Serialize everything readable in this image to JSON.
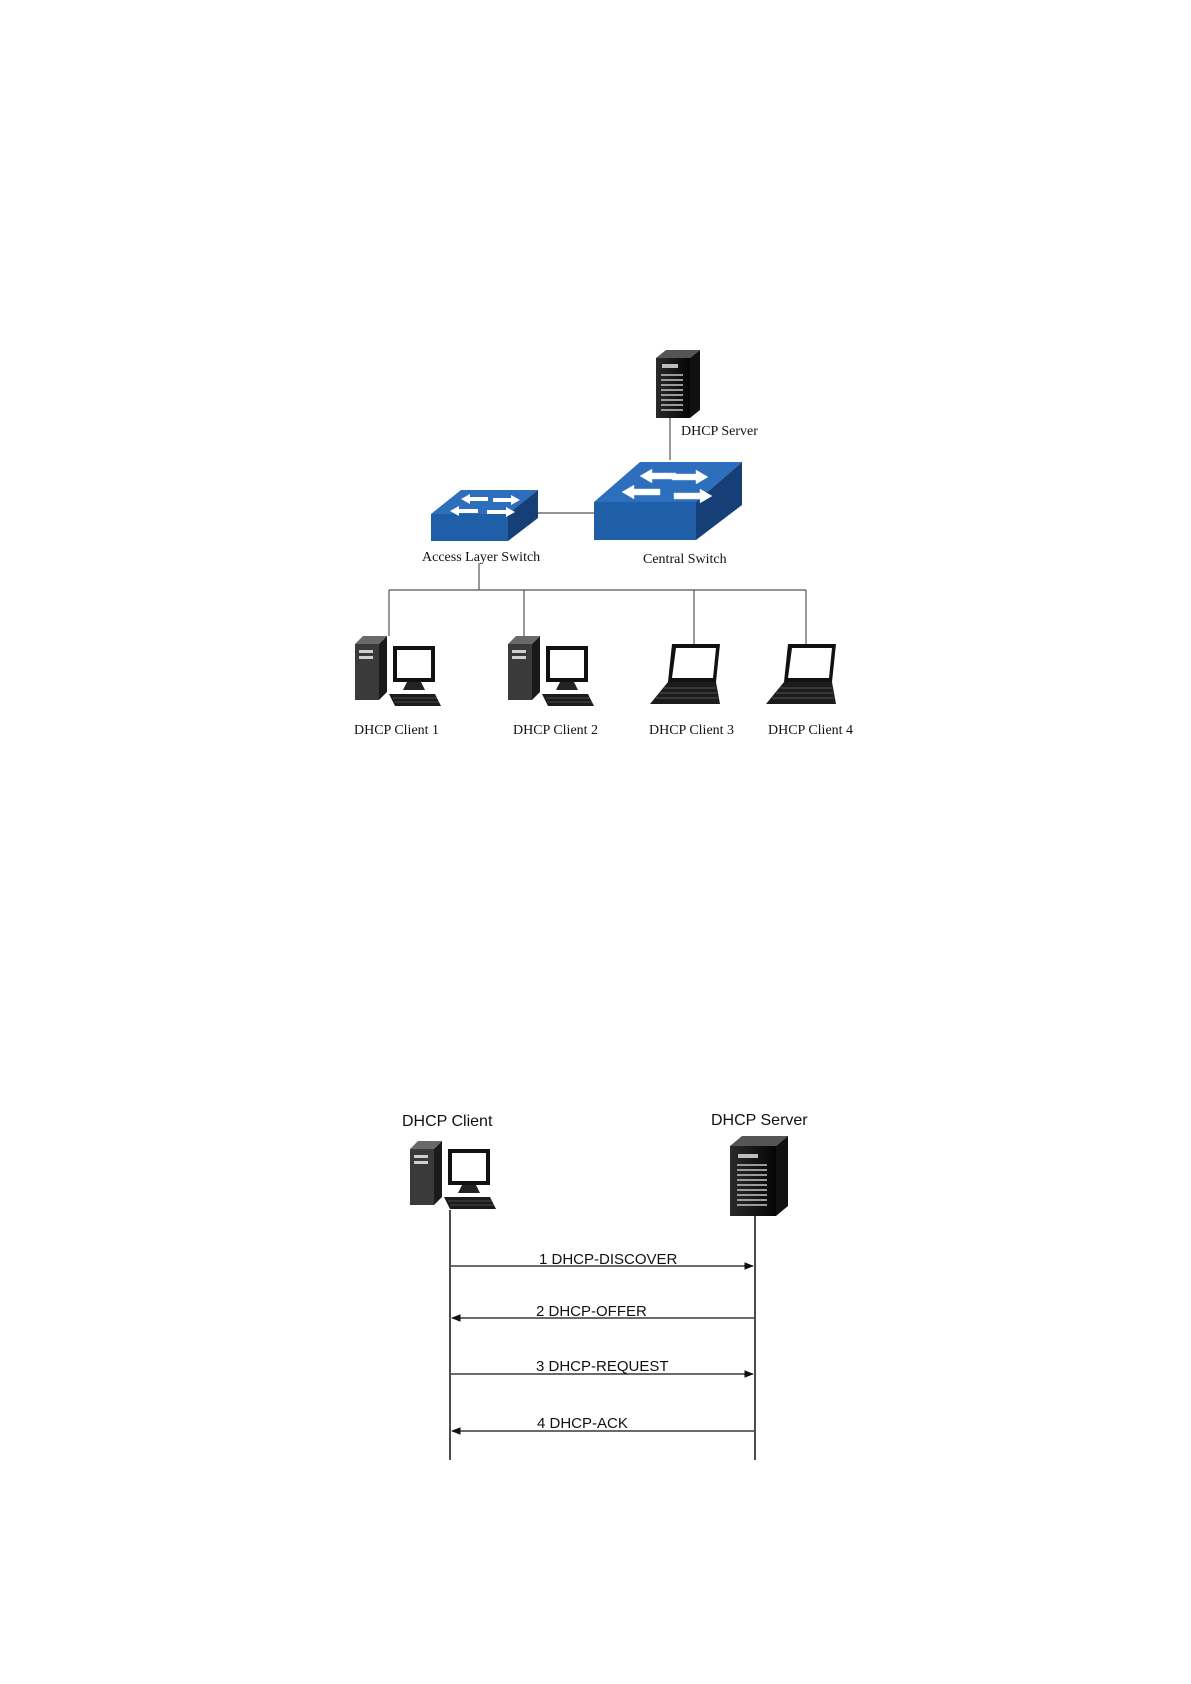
{
  "topology": {
    "server_label": "DHCP Server",
    "central_switch_label": "Central Switch",
    "access_switch_label": "Access Layer Switch",
    "clients": [
      {
        "label": "DHCP Client 1",
        "icon": "desktop-pc-icon"
      },
      {
        "label": "DHCP Client 2",
        "icon": "desktop-pc-icon"
      },
      {
        "label": "DHCP Client 3",
        "icon": "laptop-icon"
      },
      {
        "label": "DHCP Client 4",
        "icon": "laptop-icon"
      }
    ],
    "switch_color": "#1f5fa8"
  },
  "sequence": {
    "client_label": "DHCP Client",
    "server_label": "DHCP Server",
    "messages": [
      {
        "label": "1 DHCP-DISCOVER",
        "direction": "client-to-server"
      },
      {
        "label": "2 DHCP-OFFER",
        "direction": "server-to-client"
      },
      {
        "label": "3 DHCP-REQUEST",
        "direction": "client-to-server"
      },
      {
        "label": "4 DHCP-ACK",
        "direction": "server-to-client"
      }
    ]
  }
}
